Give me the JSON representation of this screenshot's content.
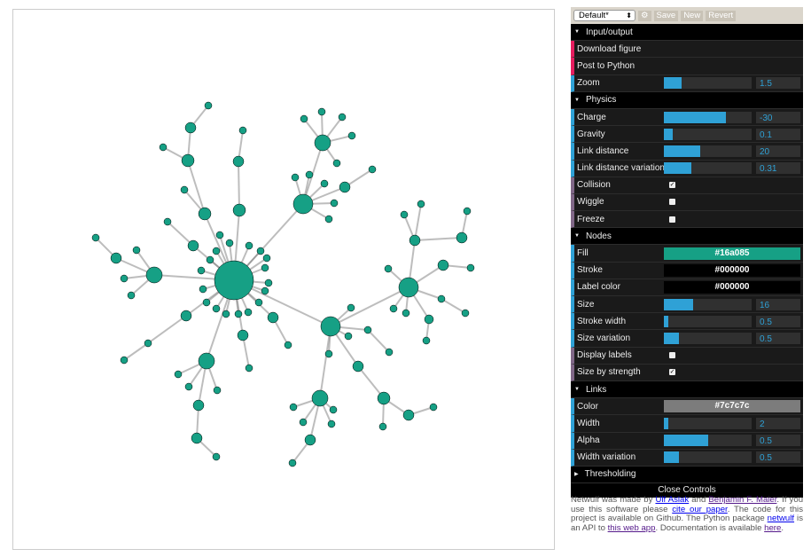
{
  "graph": {
    "node_color": "#16a085",
    "link_color": "#7c7c7c"
  },
  "gui": {
    "preset": "Default*",
    "save": "Save",
    "new": "New",
    "revert": "Revert",
    "gear_icon": "gear-icon",
    "rows": [
      {
        "type": "title",
        "label": "Input/output"
      },
      {
        "type": "fn",
        "label": "Download figure"
      },
      {
        "type": "fn",
        "label": "Post to Python"
      },
      {
        "type": "num",
        "label": "Zoom",
        "value": "1.5",
        "fill": 0.2
      },
      {
        "type": "title",
        "label": "Physics"
      },
      {
        "type": "num",
        "label": "Charge",
        "value": "-30",
        "fill": 0.71
      },
      {
        "type": "num",
        "label": "Gravity",
        "value": "0.1",
        "fill": 0.1
      },
      {
        "type": "num",
        "label": "Link distance",
        "value": "20",
        "fill": 0.41
      },
      {
        "type": "num",
        "label": "Link distance variation",
        "value": "0.31",
        "fill": 0.31
      },
      {
        "type": "bool",
        "label": "Collision",
        "checked": true
      },
      {
        "type": "bool",
        "label": "Wiggle",
        "checked": false
      },
      {
        "type": "bool",
        "label": "Freeze",
        "checked": false
      },
      {
        "type": "title",
        "label": "Nodes"
      },
      {
        "type": "color",
        "label": "Fill",
        "value": "#16a085",
        "bg": "#16a085",
        "fg": "#ffffff"
      },
      {
        "type": "color",
        "label": "Stroke",
        "value": "#000000",
        "bg": "#000000",
        "fg": "#ffffff"
      },
      {
        "type": "color",
        "label": "Label color",
        "value": "#000000",
        "bg": "#000000",
        "fg": "#ffffff"
      },
      {
        "type": "num",
        "label": "Size",
        "value": "16",
        "fill": 0.33
      },
      {
        "type": "num",
        "label": "Stroke width",
        "value": "0.5",
        "fill": 0.05
      },
      {
        "type": "num",
        "label": "Size variation",
        "value": "0.5",
        "fill": 0.17
      },
      {
        "type": "bool",
        "label": "Display labels",
        "checked": false
      },
      {
        "type": "bool",
        "label": "Size by strength",
        "checked": true
      },
      {
        "type": "title",
        "label": "Links"
      },
      {
        "type": "color",
        "label": "Color",
        "value": "#7c7c7c",
        "bg": "#7c7c7c",
        "fg": "#ffffff"
      },
      {
        "type": "num",
        "label": "Width",
        "value": "2",
        "fill": 0.05
      },
      {
        "type": "num",
        "label": "Alpha",
        "value": "0.5",
        "fill": 0.5
      },
      {
        "type": "num",
        "label": "Width variation",
        "value": "0.5",
        "fill": 0.17
      },
      {
        "type": "closed",
        "label": "Thresholding"
      }
    ],
    "close": "Close Controls"
  },
  "footer": {
    "t1": "Netwulf was made by ",
    "l1": "Ulf Aslak",
    "t2": " and ",
    "l2": "Benjamin F. Maier",
    "t3": ". If you use this software please ",
    "l3": "cite our paper",
    "t4": ". The code for this project is available on Github. The Python package ",
    "l4": "netwulf",
    "t5": " is an API to ",
    "l5": "this web app",
    "t6": ". Documentation is available ",
    "l6": "here",
    "t7": "."
  }
}
